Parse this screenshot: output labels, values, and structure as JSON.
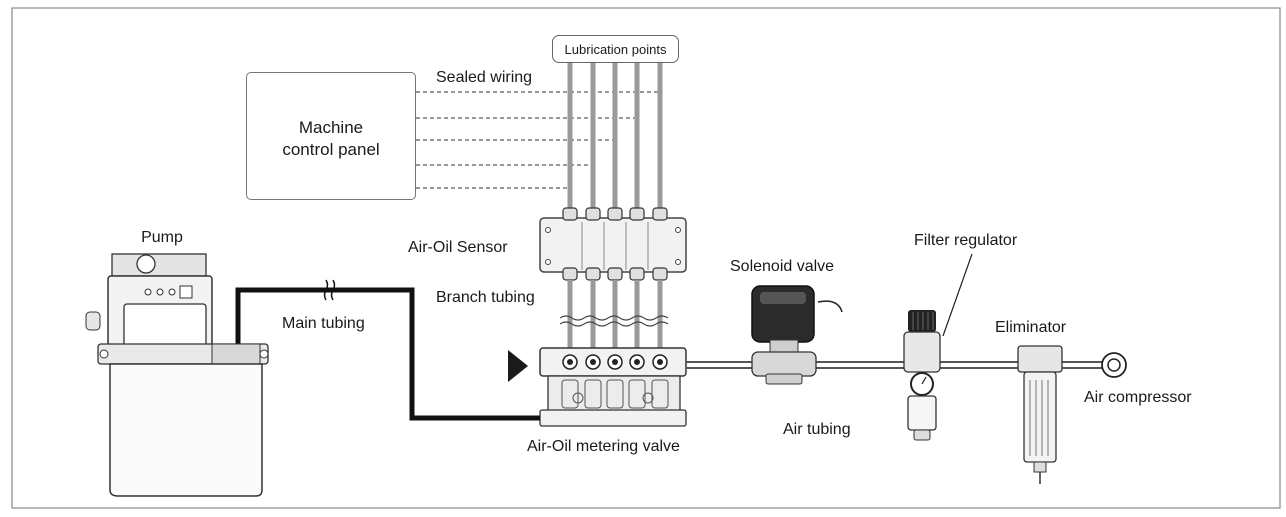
{
  "labels": {
    "lubrication_points": "Lubrication points",
    "sealed_wiring": "Sealed wiring",
    "machine_control_panel_line1": "Machine",
    "machine_control_panel_line2": "control panel",
    "pump": "Pump",
    "air_oil_sensor": "Air-Oil Sensor",
    "branch_tubing": "Branch tubing",
    "main_tubing": "Main tubing",
    "air_oil_metering_valve": "Air-Oil metering valve",
    "solenoid_valve": "Solenoid valve",
    "air_tubing": "Air tubing",
    "filter_regulator": "Filter regulator",
    "eliminator": "Eliminator",
    "air_compressor": "Air compressor"
  },
  "colors": {
    "line": "#1a1a1a",
    "outline": "#555555",
    "metal": "#cfcfcf",
    "body": "#f4f4f4"
  }
}
